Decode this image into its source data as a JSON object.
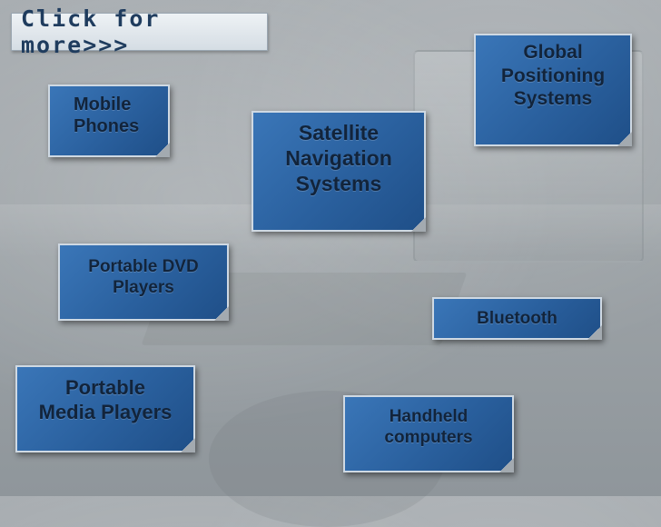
{
  "header": {
    "more_label": "Click for more>>>"
  },
  "cards": [
    {
      "id": "mobile",
      "label": "Mobile\nPhones"
    },
    {
      "id": "satnav",
      "label": "Satellite\nNavigation\nSystems"
    },
    {
      "id": "gps",
      "label": "Global\nPositioning\nSystems"
    },
    {
      "id": "dvd",
      "label": "Portable DVD\nPlayers"
    },
    {
      "id": "bluetooth",
      "label": "Bluetooth"
    },
    {
      "id": "media",
      "label": "Portable\nMedia Players"
    },
    {
      "id": "handheld",
      "label": "Handheld\ncomputers"
    }
  ],
  "colors": {
    "card_blue": "#2a609e",
    "card_text": "#12243b",
    "button_text": "#1f3c5e"
  }
}
